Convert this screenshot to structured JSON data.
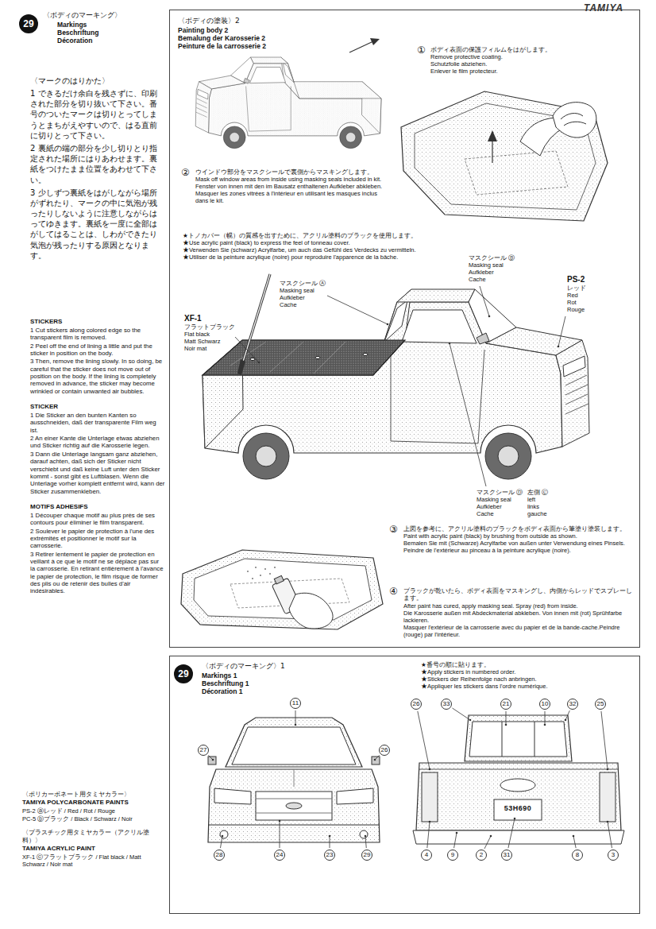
{
  "diagram": {
    "nodes": [
      {
        "text": [
          "〈ボディの塗装〉2",
          "Painting body 2",
          "Bemalung der Karosserie 2",
          "Peinture de la carrosserie 2"
        ]
      },
      {
        "text": [
          "〈ボディのマーキング〉1",
          "Markings 1",
          "Beschriftung 1",
          "Décoration 1"
        ]
      }
    ],
    "labels": [
      "TAMIYA",
      "29",
      "〈ボディのマーキング〉",
      "Markings",
      "Beschriftung",
      "Décoration",
      "〈マークのはりかた〉",
      "1 できるだけ余白を残さずに、印刷された部分を切り抜いて下さい。番号のついたマークは切りとってしまうとまちがえやすいので、はる直前に切りとって下さい。",
      "2 裏紙の端の部分を少し切りとり指定された場所にはりあわせます。裏紙をつけたまま位置をあわせて下さい。",
      "3 少しずつ裏紙をはがしながら場所がずれたり、マークの中に気泡が残ったりしないように注意しながらはってゆきます。裏紙を一度に全部はがしてはることは、しわができたり気泡が残ったりする原因となります。",
      "STICKERS",
      "1 Cut stickers along colored edge so the transparent film is removed.",
      "2 Peel off the end of lining a little and put the sticker in position on the body.",
      "3 Then, remove the lining slowly. In so doing, be careful that the sticker does not move out of position on the body. If the lining is completely removed in advance, the sticker may become wrinkled or contain unwanted air bubbles.",
      "STICKER",
      "1 Die Sticker an den bunten Kanten so ausschneiden, daß der transparente Film weg ist.",
      "2 An einer Kante die Unterlage etwas abziehen und Sticker richtig auf die Karosserie legen.",
      "3 Dann die Unterlage langsam ganz abziehen, darauf achten, daß sich der Sticker nicht verschiebt und daß keine Luft unter den Sticker kommt - sonst gibt es Luftblasen. Wenn die Unterlage vorher komplett entfernt wird, kann der Sticker zusammenkleben.",
      "MOTIFS ADHESIFS",
      "1 Découper chaque motif au plus près de ses contours pour éliminer le film transparent.",
      "2 Soulever le papier de protection à l'une des extrémités et positionner le motif sur la carrosserie.",
      "3 Retirer lentement le papier de protection en veillant à ce que le motif ne se déplace pas sur la carrosserie. En retirant entièrement à l'avance le papier de protection, le film risque de former des plis ou de retenir des bulles d'air indésirables.",
      "〈ポリカーボネート用タミヤカラー〉",
      "TAMIYA POLYCARBONATE PAINTS",
      "PS-2 ⓐレッド / Red / Rot / Rouge",
      "PC-5 ⓑブラック / Black / Schwarz / Noir",
      "〈プラスチック用タミヤカラー（アクリル塗料）〉",
      "TAMIYA ACRYLIC PAINT",
      "XF-1 ⓒフラットブラック / Flat black / Matt Schwarz / Noir mat",
      "①",
      "ボディ表面の保護フィルムをはがします。",
      "Remove protective coating.",
      "Schutzfolie abziehen.",
      "Enlever le film protecteur.",
      "②",
      "ウインドウ部分をマスクシールで裏側からマスキングします。",
      "Mask off window areas from inside using masking seals included in kit.",
      "Fenster von innen mit den im Bausatz enthaltenen Aufkleber abkleben.",
      "Masquer les zones vitrées à l'intérieur en utilisant les masques inclus dans le kit.",
      "★トノカバー（幌）の質感を出すために、アクリル塗料のブラックを使用します。",
      "★Use acrylic paint (black) to express the feel of tonneau cover.",
      "★Verwenden Sie (schwarz) Acrylfarbe, um auch das Gefühl des Verdecks zu vermitteln.",
      "★Utiliser de la peinture acrylique (noire) pour reproduire l'apparence de la bâche.",
      "マスクシール Ⓐ",
      "Masking seal",
      "Aufkleber",
      "Cache",
      "マスクシール Ⓑ",
      "Masking seal",
      "Aufkleber",
      "Cache",
      "XF-1",
      "フラットブラック",
      "Flat black",
      "Matt Schwarz",
      "Noir mat",
      "PS-2",
      "レッド",
      "Red",
      "Rot",
      "Rouge",
      "マスクシール Ⓓ",
      "Masking seal",
      "Aufkleber",
      "Cache",
      "左側 Ⓒ",
      "left",
      "links",
      "gauche",
      "③",
      "上図を参考に、アクリル塗料のブラックをボディ表面から筆塗り塗装します。",
      "Paint with acrylic paint (black) by brushing from outside as shown.",
      "Bemalen Sie mit (Schwarze) Acrylfarbe von außen unter Verwendung eines Pinsels.",
      "Peindre de l'extérieur au pinceau à la peinture acrylique (noire).",
      "④",
      "ブラックが乾いたら、ボディ表面をマスキングし、内側からレッドでスプレーします。",
      "After paint has cured, apply masking seal. Spray (red) from inside.",
      "Die Karosserie außen mit Abdeckmaterial abkleben. Von innen mit (rot) Sprühfarbe lackieren.",
      "Masquer l'extérieur de la carrosserie avec du papier et de la bande-cache.Peindre (rouge) par l'intérieur.",
      "29",
      "★番号の順に貼ります。",
      "★Apply stickers in numbered order.",
      "★Stickers der Reihenfolge nach anbringen.",
      "★Appliquer les stickers dans l'ordre numérique.",
      "11",
      "27",
      "26",
      "28",
      "24",
      "23",
      "29",
      "26",
      "33",
      "21",
      "10",
      "32",
      "25",
      "4",
      "9",
      "2",
      "31",
      "8",
      "3",
      "53H690"
    ]
  }
}
